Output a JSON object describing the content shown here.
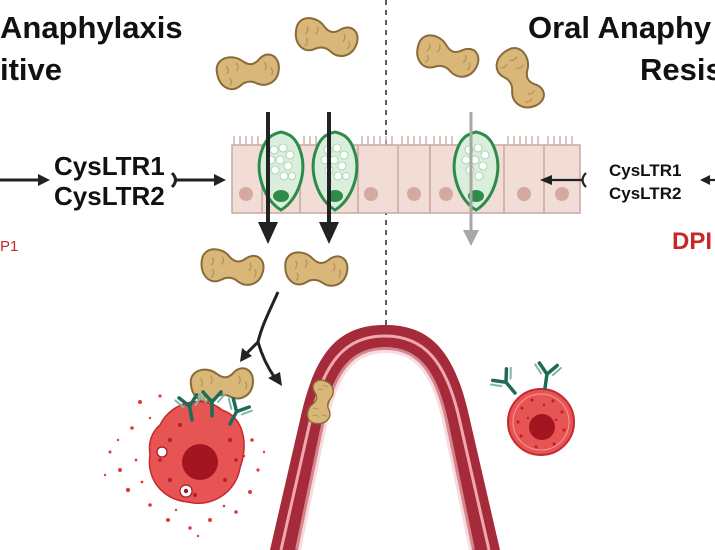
{
  "titles": {
    "left_line1": "Anaphylaxis",
    "left_line2": "itive",
    "right_line1": "Oral Anaphy",
    "right_line2": "Resis"
  },
  "labels": {
    "left_receptor1": "CysLTR1",
    "left_receptor2": "CysLTR2",
    "left_enzyme_fragment": "P1",
    "right_receptor1": "CysLTR1",
    "right_receptor2": "CysLTR2",
    "right_enzyme_fragment": "DPI"
  },
  "colors": {
    "text": "#111111",
    "enzyme_red": "#c62828",
    "peanut": "#d9b779",
    "peanut_outline": "#8a6a3a",
    "goblet_green": "#2e8b4a",
    "epithelium": "#f1dcd6",
    "vessel_dark": "#a52a3a",
    "vessel_light": "#f1a7ae",
    "mast_cell": "#e04a4a",
    "nucleus": "#a31621",
    "antibody": "#1f6b57"
  }
}
